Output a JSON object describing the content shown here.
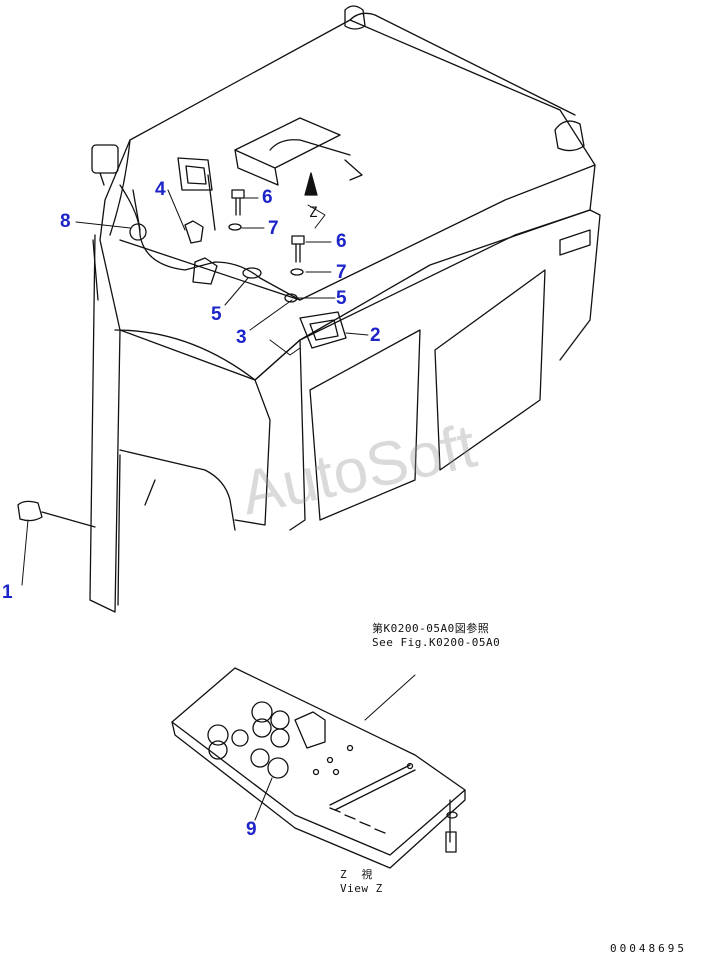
{
  "callouts": [
    {
      "id": "1",
      "label": "1"
    },
    {
      "id": "2",
      "label": "2"
    },
    {
      "id": "3",
      "label": "3"
    },
    {
      "id": "4",
      "label": "4"
    },
    {
      "id": "5a",
      "label": "5"
    },
    {
      "id": "5b",
      "label": "5"
    },
    {
      "id": "6a",
      "label": "6"
    },
    {
      "id": "6b",
      "label": "6"
    },
    {
      "id": "7a",
      "label": "7"
    },
    {
      "id": "7b",
      "label": "7"
    },
    {
      "id": "8",
      "label": "8"
    },
    {
      "id": "9",
      "label": "9"
    }
  ],
  "reference_note": {
    "line_jp": "第K0200-05A0図参照",
    "line_en": "See Fig.K0200-05A0"
  },
  "view_label": {
    "line_jp": "Z  視",
    "line_en": "View Z"
  },
  "z_marker": "Z",
  "watermark": "AutoSoft",
  "document_number": "00048695",
  "colors": {
    "callout": "#1d24c8",
    "line": "#111111",
    "watermark": "#969696"
  }
}
